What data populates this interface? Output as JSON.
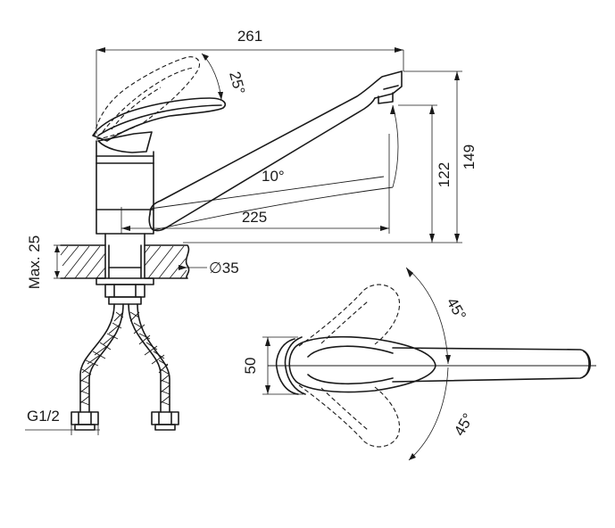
{
  "dimensions": {
    "total_length": "261",
    "lever_angle": "25°",
    "spout_height": "149",
    "outlet_height": "122",
    "spout_angle": "10°",
    "spout_reach": "225",
    "max_mount_thickness": "Max. 25",
    "hole_diameter": "∅35",
    "thread": "G1/2",
    "body_width": "50",
    "rotation_left": "45°",
    "rotation_right": "45°"
  },
  "colors": {
    "line": "#1a1a1a",
    "background": "#ffffff"
  }
}
